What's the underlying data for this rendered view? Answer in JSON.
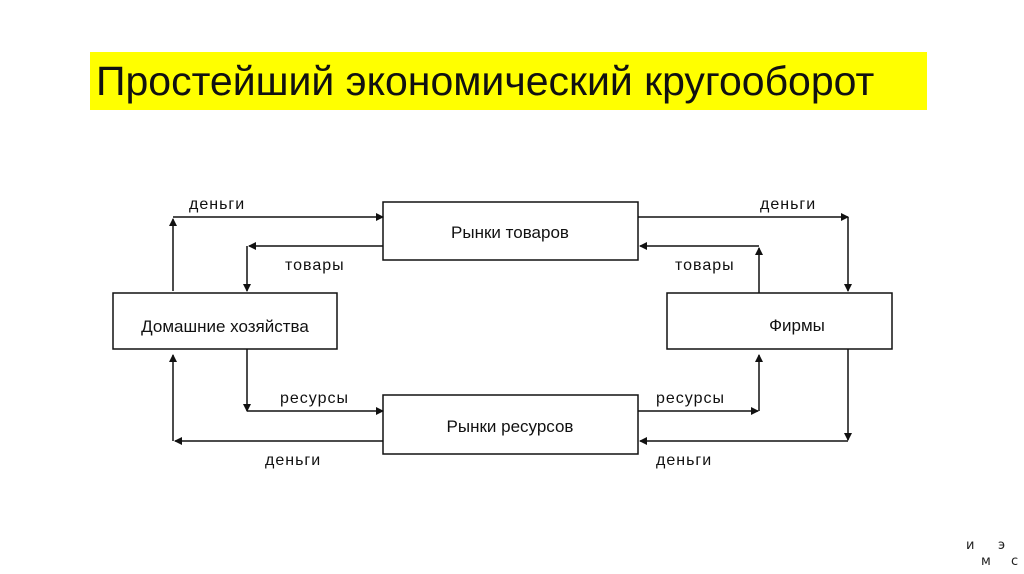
{
  "title": "Простейший экономический кругооборот",
  "diagram": {
    "nodes": {
      "goods_market": "Рынки товаров",
      "households": "Домашние хозяйства",
      "firms": "Фирмы",
      "resource_market": "Рынки ресурсов"
    },
    "flows": {
      "hh_money_to_goods": "деньги",
      "goods_to_hh": "товары",
      "goods_money_to_firms": "деньги",
      "firms_goods_to_market": "товары",
      "hh_resources_to_market": "ресурсы",
      "market_resources_to_firms": "ресурсы",
      "market_money_to_hh": "деньги",
      "firms_money_to_market": "деньги"
    }
  },
  "logo": {
    "letters": [
      "и",
      "э",
      "м",
      "с"
    ]
  }
}
